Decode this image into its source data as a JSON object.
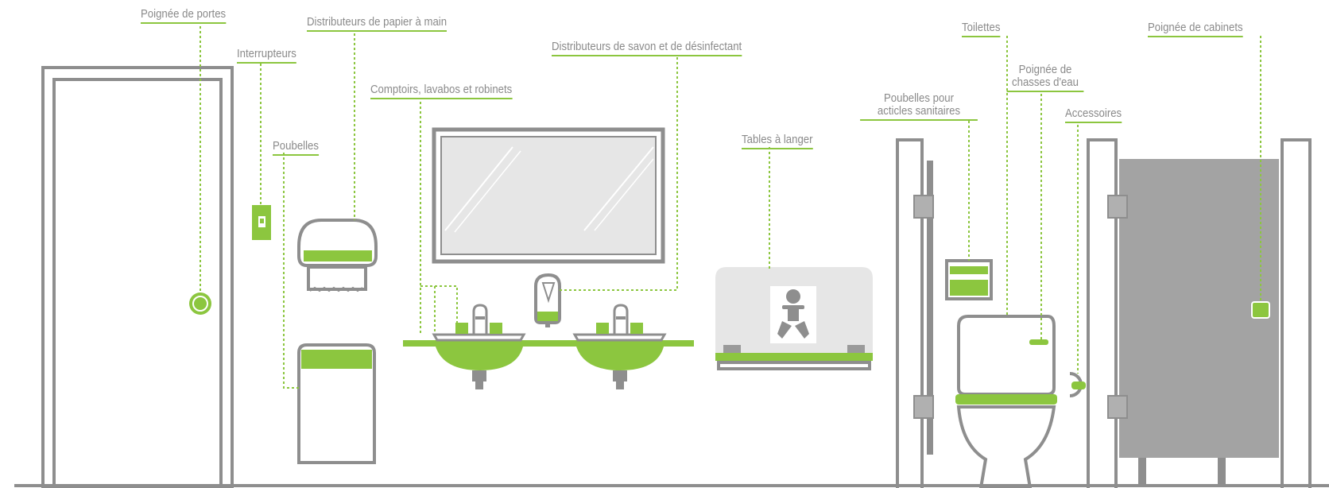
{
  "colors": {
    "accent": "#8cc63f",
    "outline": "#8e8e8e",
    "light_fill": "#e6e6e6",
    "stall_fill": "#a3a3a3",
    "label_text": "#8a8a8a"
  },
  "labels": {
    "door_handles": "Poignée de portes",
    "switches": "Interrupteurs",
    "paper_towel_dispensers": "Distributeurs de papier à main",
    "bins": "Poubelles",
    "counters_sinks_faucets": "Comptoirs, lavabos et robinets",
    "soap_sanitizer_dispensers": "Distributeurs de savon et de désinfectant",
    "changing_tables": "Tables à langer",
    "sanitary_bins_line1": "Poubelles pour",
    "sanitary_bins_line2": "acticles sanitaires",
    "toilets": "Toilettes",
    "flush_handles_line1": "Poignée de",
    "flush_handles_line2": "chasses d'eau",
    "accessories": "Accessoires",
    "cabinet_handles": "Poignée de cabinets"
  },
  "icons": [
    "baby-icon",
    "light-switch-icon",
    "door-knob-icon"
  ]
}
